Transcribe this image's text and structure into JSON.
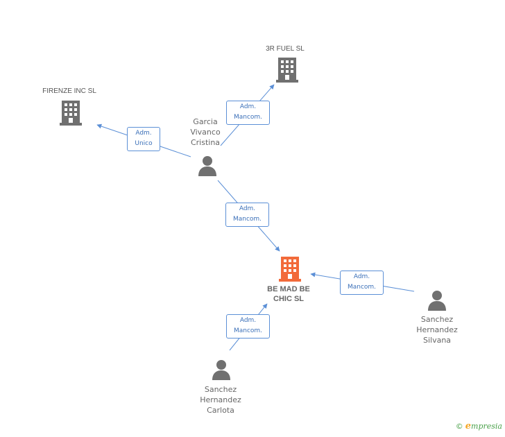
{
  "colors": {
    "line": "#5b8fd6",
    "company": "#707070",
    "main_company": "#f26a3a",
    "person": "#707070",
    "brand": "#4aa14a"
  },
  "companies": {
    "fuel": {
      "name": "3R FUEL SL",
      "icon": "building-icon"
    },
    "firenze": {
      "name": "FIRENZE INC SL",
      "icon": "building-icon"
    },
    "main": {
      "name": "BE MAD BE CHIC SL",
      "icon": "building-icon"
    }
  },
  "persons": {
    "garcia": {
      "lines": [
        "Garcia",
        "Vivanco",
        "Cristina"
      ],
      "icon": "person-icon"
    },
    "silvana": {
      "lines": [
        "Sanchez",
        "Hernandez",
        "Silvana"
      ],
      "icon": "person-icon"
    },
    "carlota": {
      "lines": [
        "Sanchez",
        "Hernandez",
        "Carlota"
      ],
      "icon": "person-icon"
    }
  },
  "relations": {
    "garcia_fuel": [
      "Adm.",
      "Mancom."
    ],
    "garcia_firenze": [
      "Adm.",
      "Unico"
    ],
    "garcia_main": [
      "Adm.",
      "Mancom."
    ],
    "silvana_main": [
      "Adm.",
      "Mancom."
    ],
    "carlota_main": [
      "Adm.",
      "Mancom."
    ]
  },
  "footer": {
    "copyright": "©",
    "brand_initial": "e",
    "brand_rest": "mpresia"
  }
}
